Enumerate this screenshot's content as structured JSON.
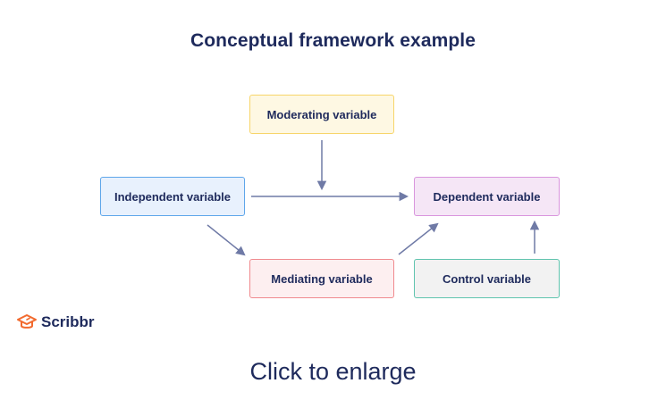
{
  "title": "Conceptual framework example",
  "nodes": {
    "moderating": "Moderating variable",
    "independent": "Independent variable",
    "dependent": "Dependent variable",
    "mediating": "Mediating variable",
    "control": "Control variable"
  },
  "edges": [
    {
      "from": "moderating",
      "to": "independent-dependent-arrow"
    },
    {
      "from": "independent",
      "to": "dependent"
    },
    {
      "from": "independent",
      "to": "mediating"
    },
    {
      "from": "mediating",
      "to": "dependent"
    },
    {
      "from": "control",
      "to": "dependent"
    }
  ],
  "colors": {
    "title": "#1e2a5c",
    "arrow": "#6f7aa6",
    "moderating_fill": "#fef8e3",
    "moderating_border": "#f7d56a",
    "independent_fill": "#e8f1fd",
    "independent_border": "#5ea6ea",
    "dependent_fill": "#f5e6f6",
    "dependent_border": "#d995dd",
    "mediating_fill": "#fdeff0",
    "mediating_border": "#f08a8e",
    "control_fill": "#f2f2f2",
    "control_border": "#5fc4ae",
    "brand": "#f26a2e"
  },
  "logo": {
    "icon": "graduation-cap-icon",
    "text": "Scribbr"
  },
  "footer": {
    "enlarge_label": "Click to enlarge"
  }
}
